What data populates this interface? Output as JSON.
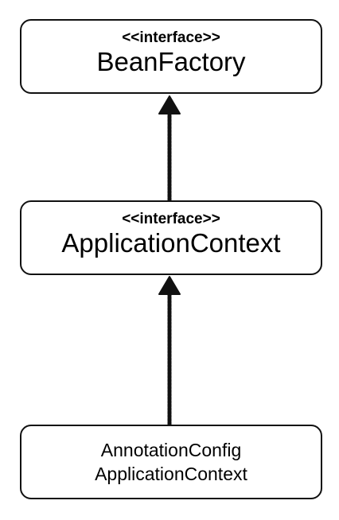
{
  "diagram": {
    "nodes": [
      {
        "id": "bean-factory",
        "stereotype": "<<interface>>",
        "name": "BeanFactory"
      },
      {
        "id": "application-context",
        "stereotype": "<<interface>>",
        "name": "ApplicationContext"
      },
      {
        "id": "annotation-config-application-context",
        "name_line1": "AnnotationConfig",
        "name_line2": "ApplicationContext"
      }
    ],
    "edges": [
      {
        "from": "application-context",
        "to": "bean-factory",
        "type": "inheritance"
      },
      {
        "from": "annotation-config-application-context",
        "to": "application-context",
        "type": "inheritance"
      }
    ]
  }
}
